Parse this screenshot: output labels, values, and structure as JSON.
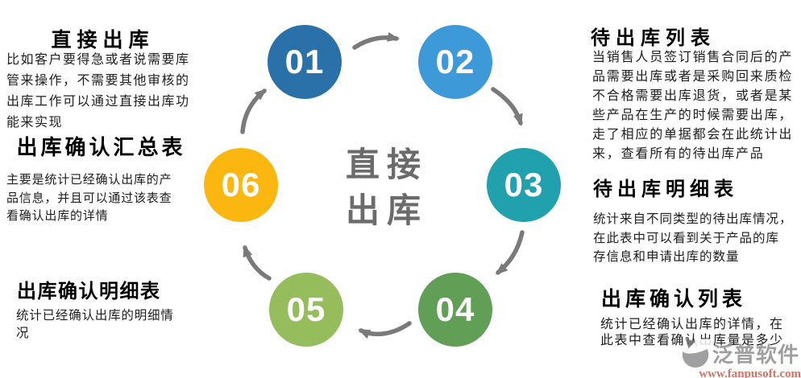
{
  "sections_left": [
    {
      "heading": "直接出库",
      "body_lines": [
        "比如客户要得急或者说需要库",
        "管来操作，不需要其他审核的",
        "出库工作可以通过直接出库功",
        "能来实现"
      ]
    },
    {
      "heading": "出库确认汇总表",
      "body_lines": [
        "主要是统计已经确认出库的产",
        "品信息，并且可以通过该表查",
        "看确认出库的详情"
      ]
    },
    {
      "heading": "出库确认明细表",
      "body_lines": [
        "统计已经确认出库的明细情",
        "况"
      ]
    }
  ],
  "sections_right": [
    {
      "heading": "待出库列表",
      "body_lines": [
        "当销售人员签订销售合同后的产",
        "品需要出库或者是采购回来质检",
        "不合格需要出库退货，或者是某",
        "些产品在生产的时候需要出库，",
        "走了相应的单据都会在此统计出",
        "来，查看所有的待出库产品"
      ]
    },
    {
      "heading": "待出库明细表",
      "body_lines": [
        "统计来自不同类型的待出库情况，",
        "在此表中可以看到关于产品的库",
        "存信息和申请出库的数量"
      ]
    },
    {
      "heading": "出库确认列表",
      "body_lines": [
        "统计已经确认出库的详情，在",
        "此表中查看确认出库量是多少"
      ]
    }
  ],
  "cycle": {
    "center_title_lines": [
      "直接",
      "出库"
    ],
    "center_title_color": "#6b6b6b",
    "arrow_color": "#7a7a7a",
    "steps": [
      {
        "number": "01",
        "color": "#2a70a9"
      },
      {
        "number": "02",
        "color": "#3e99d9"
      },
      {
        "number": "03",
        "color": "#21a1ae"
      },
      {
        "number": "04",
        "color": "#609f55"
      },
      {
        "number": "05",
        "color": "#95bd5b"
      },
      {
        "number": "06",
        "color": "#fbb70f"
      }
    ]
  },
  "watermark": {
    "brand": "泛普软件",
    "url": "www.fanpusoft.com"
  }
}
